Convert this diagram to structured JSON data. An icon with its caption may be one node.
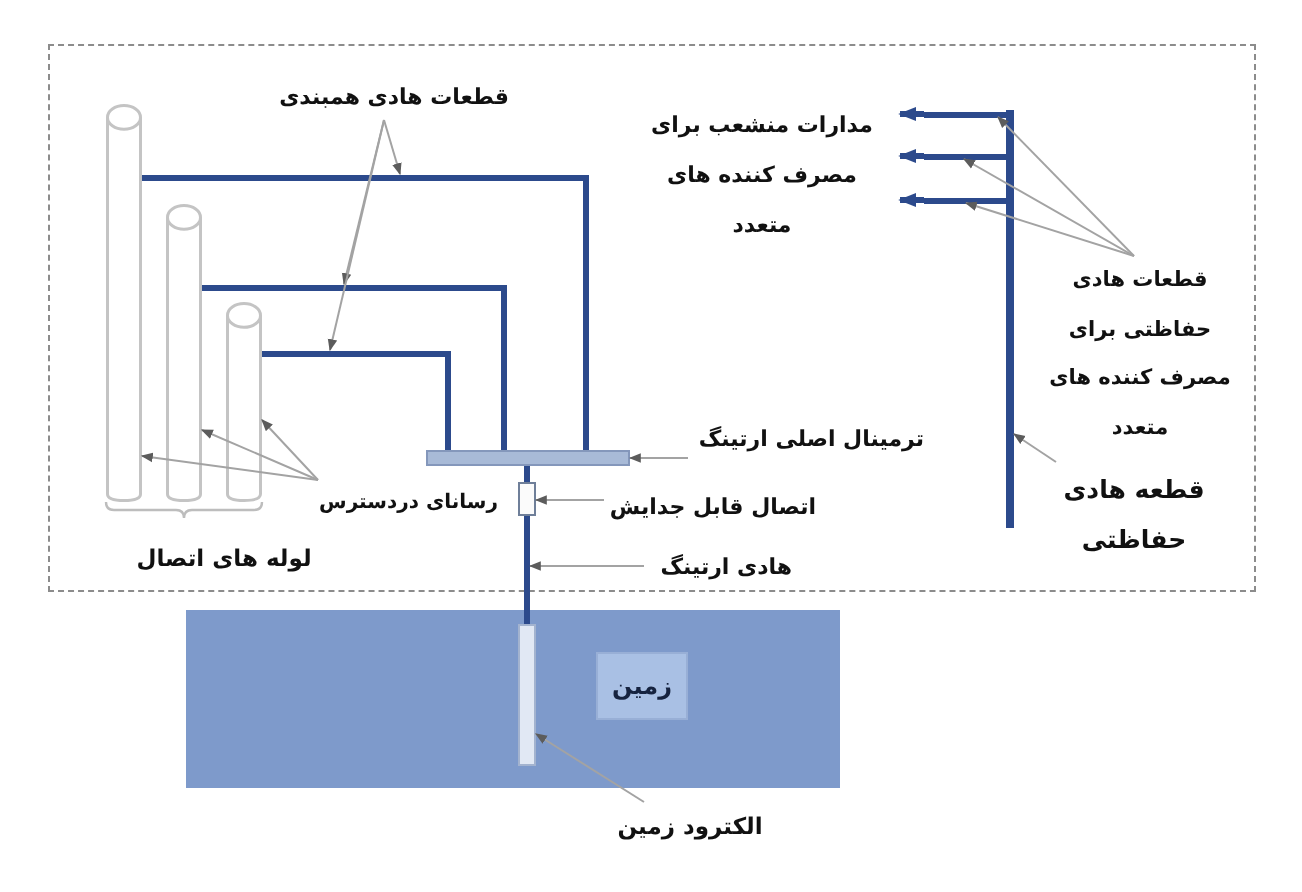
{
  "diagram": {
    "nodes": [
      {
        "text": [],
        "shape": "box"
      },
      {
        "text": [
          "قطعات هادی همبندی"
        ],
        "in": 0
      },
      {
        "text": [],
        "shape": "cylinder",
        "in": 0
      },
      {
        "text": [],
        "shape": "cylinder",
        "in": 0
      },
      {
        "text": [],
        "shape": "cylinder",
        "in": 0
      },
      {
        "text": [
          "مدارات منشعب برای مصرف کننده های متعدد"
        ],
        "in": 0
      },
      {
        "text": [],
        "shape": "bar",
        "in": 0
      },
      {
        "text": [
          "قطعات هادی حفاظتی برای مصرف کننده های متعدد"
        ],
        "in": 0
      },
      {
        "text": [],
        "shape": "bar",
        "in": 0
      },
      {
        "text": [
          "ترمینال اصلی ارتینگ"
        ],
        "in": 0
      },
      {
        "text": [
          "رسانای دردسترس"
        ],
        "in": 0
      },
      {
        "text": [],
        "shape": "box",
        "in": 0
      },
      {
        "text": [
          "اتصال قابل جدایش"
        ],
        "in": 0
      },
      {
        "text": [
          "قطعه هادی حفاظتی"
        ],
        "in": 0
      },
      {
        "text": [
          "هادی ارتینگ"
        ],
        "in": 0
      },
      {
        "text": [],
        "shape": "box"
      },
      {
        "text": [
          "زمین"
        ],
        "in": 15
      },
      {
        "text": [],
        "shape": "bar",
        "in": 15
      },
      {
        "text": [
          "الکترود زمین"
        ]
      },
      {
        "text": [],
        "shape": "bar",
        "in": 0
      },
      {
        "text": [],
        "shape": "bar",
        "in": 0
      },
      {
        "text": [],
        "shape": "bar",
        "in": 0
      }
    ],
    "edges": [
      {
        "from": 2,
        "to": 8,
        "arrow": "none",
        "style": "thick",
        "color": "#2c4a8c"
      },
      {
        "from": 3,
        "to": 8,
        "arrow": "none",
        "style": "thick",
        "color": "#2c4a8c"
      },
      {
        "from": 4,
        "to": 8,
        "arrow": "none",
        "style": "thick",
        "color": "#2c4a8c"
      },
      {
        "from": 1,
        "to": null,
        "arrow": "to"
      },
      {
        "from": 1,
        "to": null,
        "arrow": "to"
      },
      {
        "from": 1,
        "to": null,
        "arrow": "to"
      },
      {
        "from": 10,
        "to": 2,
        "arrow": "to"
      },
      {
        "from": 10,
        "to": 3,
        "arrow": "to"
      },
      {
        "from": 10,
        "to": 4,
        "arrow": "to"
      },
      {
        "from": 9,
        "to": 8,
        "arrow": "to"
      },
      {
        "from": 8,
        "to": 11,
        "arrow": "none",
        "style": "thick",
        "color": "#2c4a8c"
      },
      {
        "from": 11,
        "to": 17,
        "arrow": "none",
        "style": "thick",
        "color": "#2c4a8c"
      },
      {
        "from": 12,
        "to": 11,
        "arrow": "to"
      },
      {
        "from": 14,
        "to": null,
        "arrow": "to"
      },
      {
        "from": 18,
        "to": 17,
        "arrow": "to"
      },
      {
        "from": 19,
        "to": 5,
        "arrow": "to",
        "style": "thick",
        "color": "#2c4a8c"
      },
      {
        "from": 20,
        "to": 5,
        "arrow": "to",
        "style": "thick",
        "color": "#2c4a8c"
      },
      {
        "from": 21,
        "to": 5,
        "arrow": "to",
        "style": "thick",
        "color": "#2c4a8c"
      },
      {
        "from": 7,
        "to": 19,
        "arrow": "to"
      },
      {
        "from": 7,
        "to": 20,
        "arrow": "to"
      },
      {
        "from": 7,
        "to": 21,
        "arrow": "to"
      },
      {
        "from": 13,
        "to": 6,
        "arrow": "to"
      }
    ],
    "labels": [
      "لوله های اتصال"
    ]
  }
}
